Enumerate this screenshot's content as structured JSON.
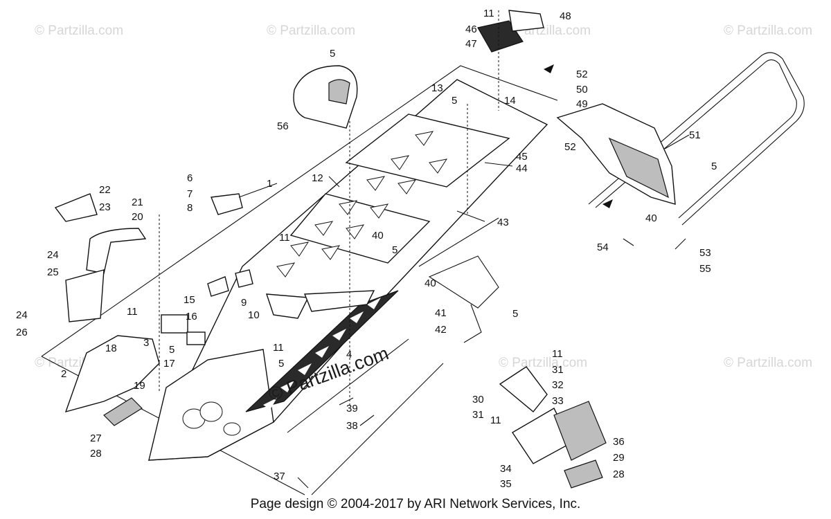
{
  "watermarks": {
    "brand": "Partzilla.com",
    "center_brand": "Partzilla.com"
  },
  "footer": {
    "text": "Page design © 2004-2017 by ARI Network Services, Inc."
  },
  "callouts": [
    "1",
    "2",
    "3",
    "4",
    "5",
    "5",
    "5",
    "5",
    "5",
    "5",
    "5",
    "6",
    "7",
    "8",
    "9",
    "10",
    "11",
    "11",
    "11",
    "11",
    "11",
    "11",
    "12",
    "13",
    "14",
    "15",
    "16",
    "17",
    "18",
    "19",
    "20",
    "21",
    "22",
    "23",
    "24",
    "24",
    "25",
    "26",
    "27",
    "28",
    "28",
    "29",
    "30",
    "31",
    "31",
    "32",
    "33",
    "34",
    "35",
    "36",
    "37",
    "38",
    "39",
    "40",
    "40",
    "40",
    "41",
    "42",
    "43",
    "44",
    "45",
    "46",
    "47",
    "48",
    "49",
    "50",
    "51",
    "52",
    "52",
    "53",
    "54",
    "55",
    "56"
  ]
}
